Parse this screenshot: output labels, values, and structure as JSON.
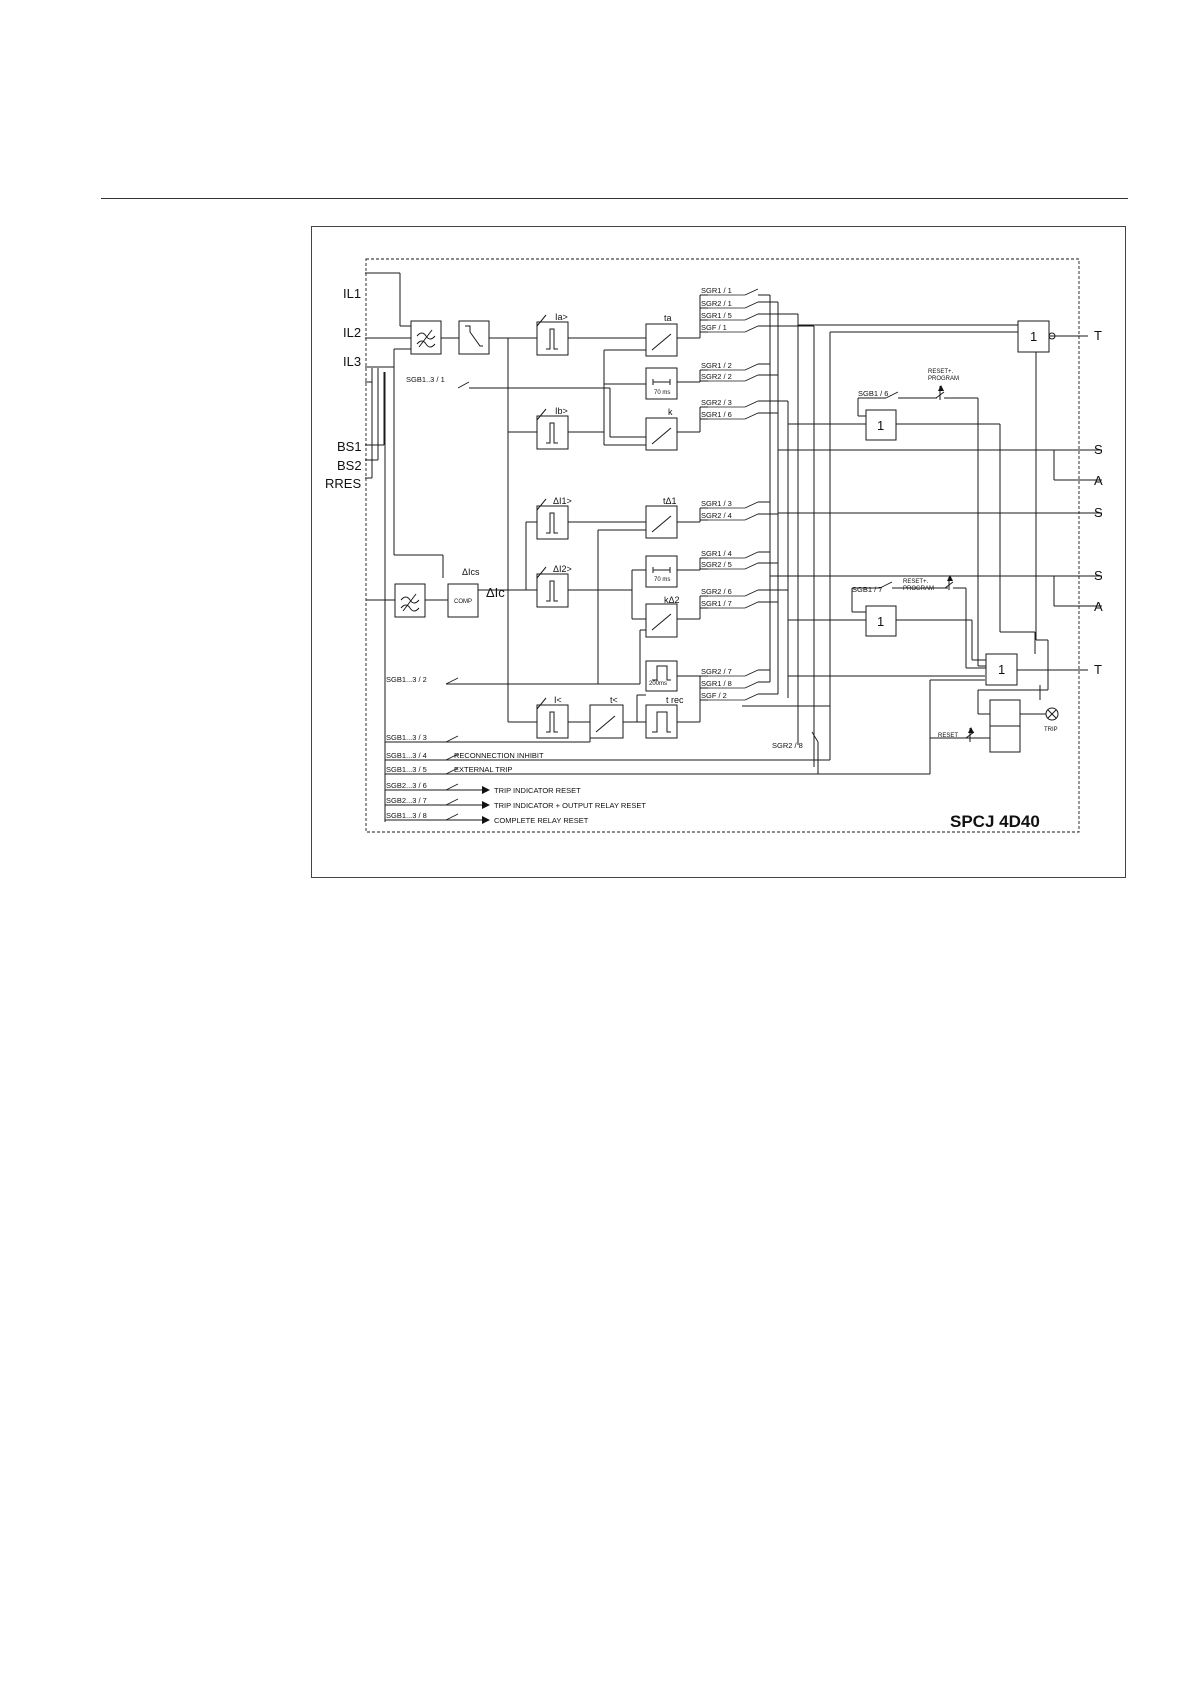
{
  "inputs": {
    "il1": "IL1",
    "il2": "IL2",
    "il3": "IL3",
    "bs1": "BS1",
    "bs2": "BS2",
    "rres": "RRES"
  },
  "outputs": {
    "t1": "T",
    "s1": "S",
    "a1": "A",
    "s2": "S",
    "s3": "S",
    "a2": "A",
    "t2": "T"
  },
  "stages": {
    "ia": "Ia>",
    "ta": "ta",
    "ib": "Ib>",
    "k": "k",
    "di1": "ΔI1>",
    "tdelta1": "tΔ1",
    "di2": "ΔI2>",
    "kdelta2": "kΔ2",
    "dics": "ΔIcs",
    "comp": "COMP",
    "dic": "ΔIc",
    "iless": "I<",
    "tless": "t<",
    "trec": "t rec",
    "ms70": "70 ms",
    "ms200": "200ms",
    "or": "1"
  },
  "switches": {
    "sgr1_1": "SGR1 / 1",
    "sgr2_1": "SGR2 / 1",
    "sgr1_5": "SGR1 / 5",
    "sgf_1": "SGF / 1",
    "sgr1_2": "SGR1 / 2",
    "sgr2_2": "SGR2 / 2",
    "sgr2_3": "SGR2 / 3",
    "sgr1_6": "SGR1 / 6",
    "sgr1_3": "SGR1 / 3",
    "sgr2_4": "SGR2 / 4",
    "sgr1_4": "SGR1 / 4",
    "sgr2_5": "SGR2 / 5",
    "sgr2_6": "SGR2 / 6",
    "sgr1_7": "SGR1 / 7",
    "sgr2_7": "SGR2 / 7",
    "sgr1_8": "SGR1 / 8",
    "sgf_2": "SGF / 2",
    "sgr2_8": "SGR2 / 8",
    "sgb1_6": "SGB1 / 6",
    "sgb1_7": "SGB1 / 7",
    "sgb13_1": "SGB1..3 / 1",
    "sgb13_2": "SGB1...3 / 2",
    "sgb13_3": "SGB1...3 / 3",
    "sgb13_4": "SGB1...3 / 4",
    "sgb13_5": "SGB1...3 / 5",
    "sgb23_6": "SGB2...3 / 6",
    "sgb23_7": "SGB2...3 / 7",
    "sgb13_8": "SGB1...3 / 8"
  },
  "signals": {
    "reconnection_inhibit": "RECONNECTION INHIBIT",
    "external_trip": "EXTERNAL TRIP",
    "trip_indicator_reset": "TRIP INDICATOR RESET",
    "trip_indicator_output_reset": "TRIP INDICATOR + OUTPUT RELAY RESET",
    "complete_relay_reset": "COMPLETE RELAY RESET",
    "reset_program_1": "RESET+.",
    "program_1": "PROGRAM",
    "reset_program_2": "RESET+.",
    "program_2": "PROGRAM",
    "reset": "RESET",
    "trip": "TRIP"
  },
  "module_name": "SPCJ 4D40"
}
